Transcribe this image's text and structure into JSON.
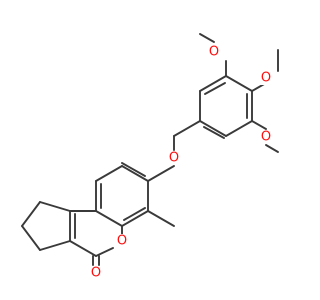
{
  "colors": {
    "bond": "#3a3a3a",
    "oxygen": "#ff0d0d",
    "background": "#ffffff"
  },
  "atoms": {
    "o_methoxy_top_left": "O",
    "o_methoxy_top_right": "O",
    "o_methoxy_right": "O",
    "o_ether": "O",
    "o_ring": "O",
    "o_carbonyl": "O"
  }
}
